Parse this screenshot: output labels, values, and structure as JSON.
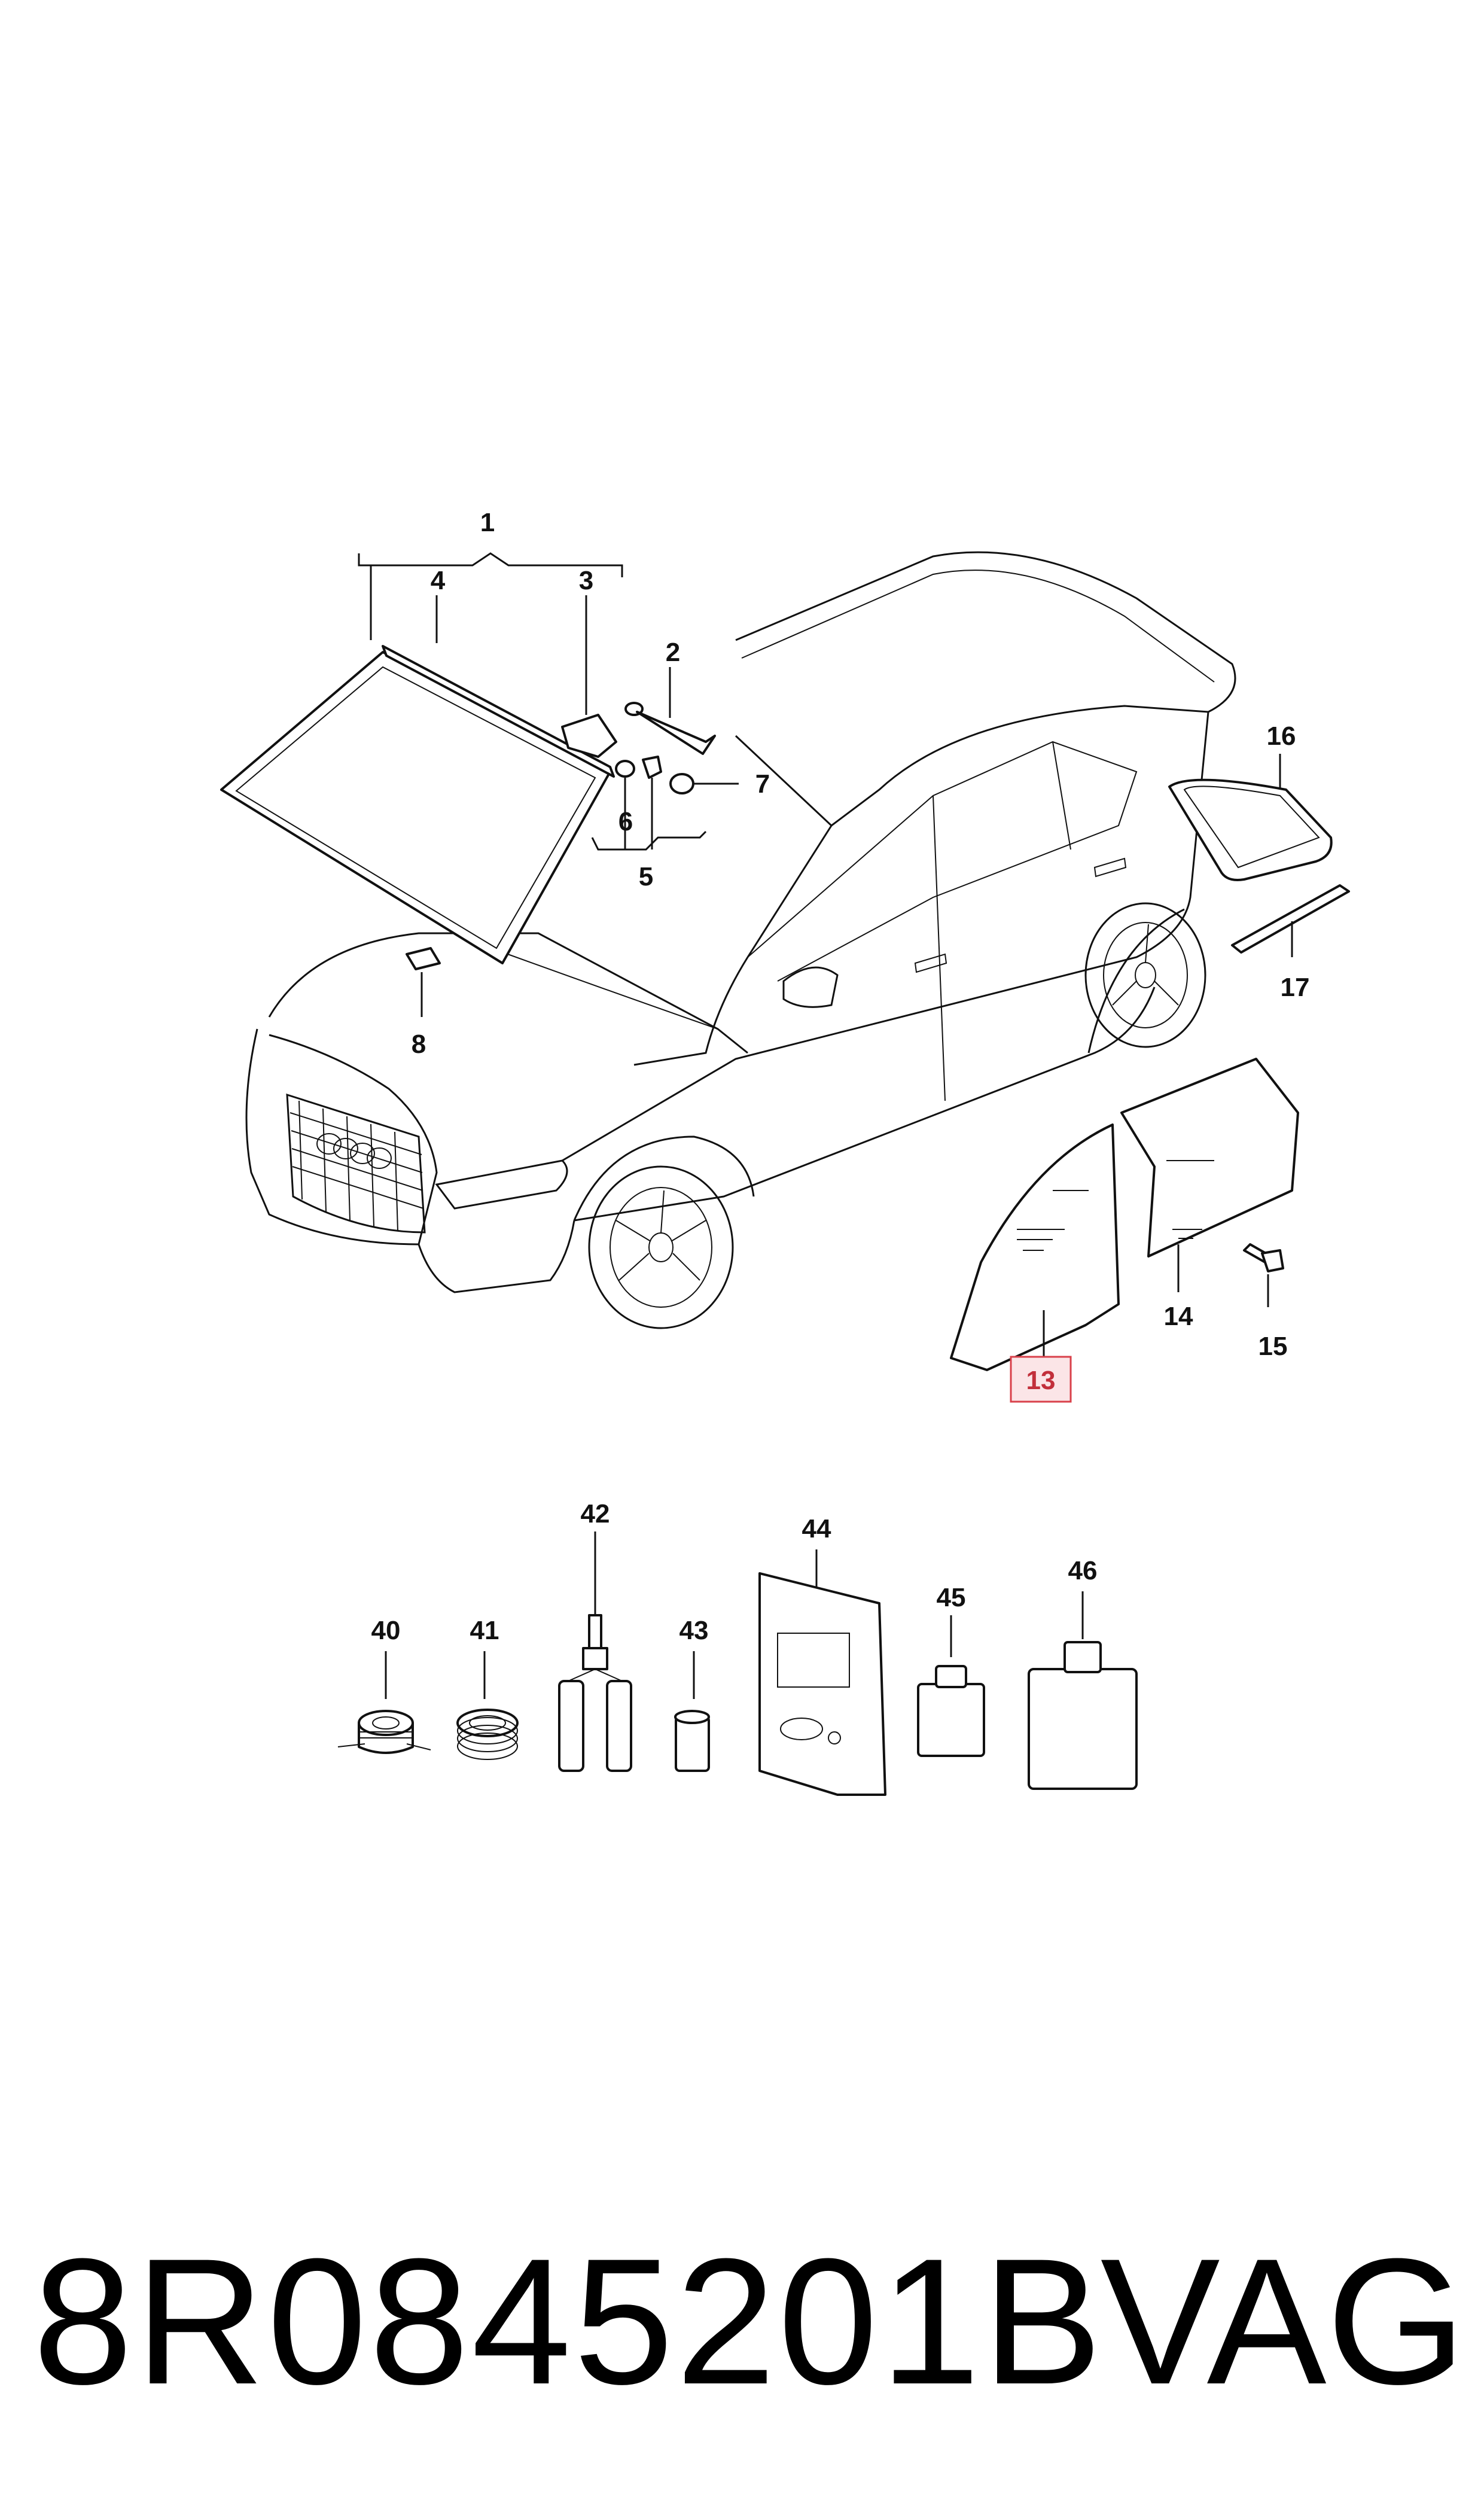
{
  "diagram": {
    "callouts": {
      "c1": "1",
      "c2": "2",
      "c3": "3",
      "c4": "4",
      "c5": "5",
      "c6": "6",
      "c7": "7",
      "c8": "8",
      "c13": "13",
      "c14": "14",
      "c15": "15",
      "c16": "16",
      "c17": "17",
      "c40": "40",
      "c41": "41",
      "c42": "42",
      "c43": "43",
      "c44": "44",
      "c45": "45",
      "c46": "46"
    },
    "highlighted_callout": "13",
    "highlight_color": "#d9404a"
  },
  "footer": {
    "part_number": "8R0845201B",
    "brand": "VAG"
  }
}
